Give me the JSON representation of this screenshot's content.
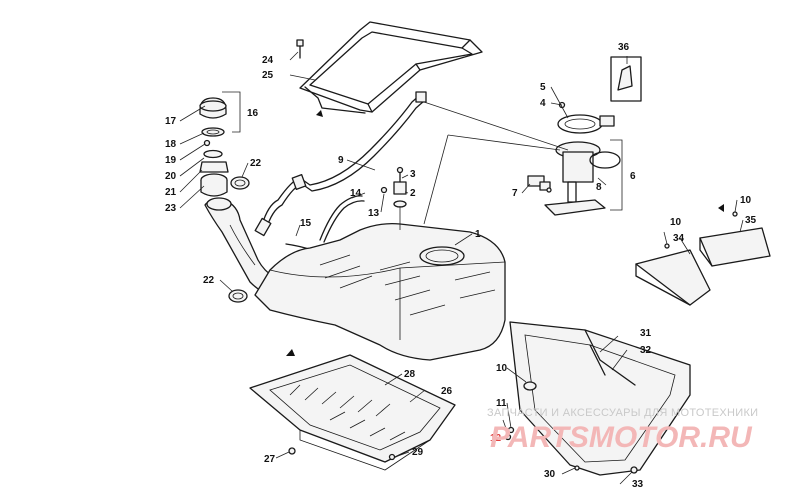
{
  "callouts": {
    "c1": "1",
    "c2": "2",
    "c3": "3",
    "c4": "4",
    "c5": "5",
    "c6": "6",
    "c7": "7",
    "c8": "8",
    "c9": "9",
    "c10a": "10",
    "c10b": "10",
    "c10c": "10",
    "c11": "11",
    "c12": "12",
    "c13": "13",
    "c14": "14",
    "c15": "15",
    "c16": "16",
    "c17": "17",
    "c18": "18",
    "c19": "19",
    "c20": "20",
    "c21": "21",
    "c22a": "22",
    "c22b": "22",
    "c23": "23",
    "c24": "24",
    "c25": "25",
    "c26": "26",
    "c27": "27",
    "c28": "28",
    "c29": "29",
    "c30": "30",
    "c31": "31",
    "c32": "32",
    "c33": "33",
    "c34": "34",
    "c35": "35",
    "c36": "36"
  },
  "watermark": {
    "text": "ЗАПЧАСТИ И АКСЕССУАРЫ ДЛЯ МОТОТЕХНИКИ",
    "logo": "PARTSMOTOR.RU",
    "logo_color": "#f3b7b7"
  }
}
